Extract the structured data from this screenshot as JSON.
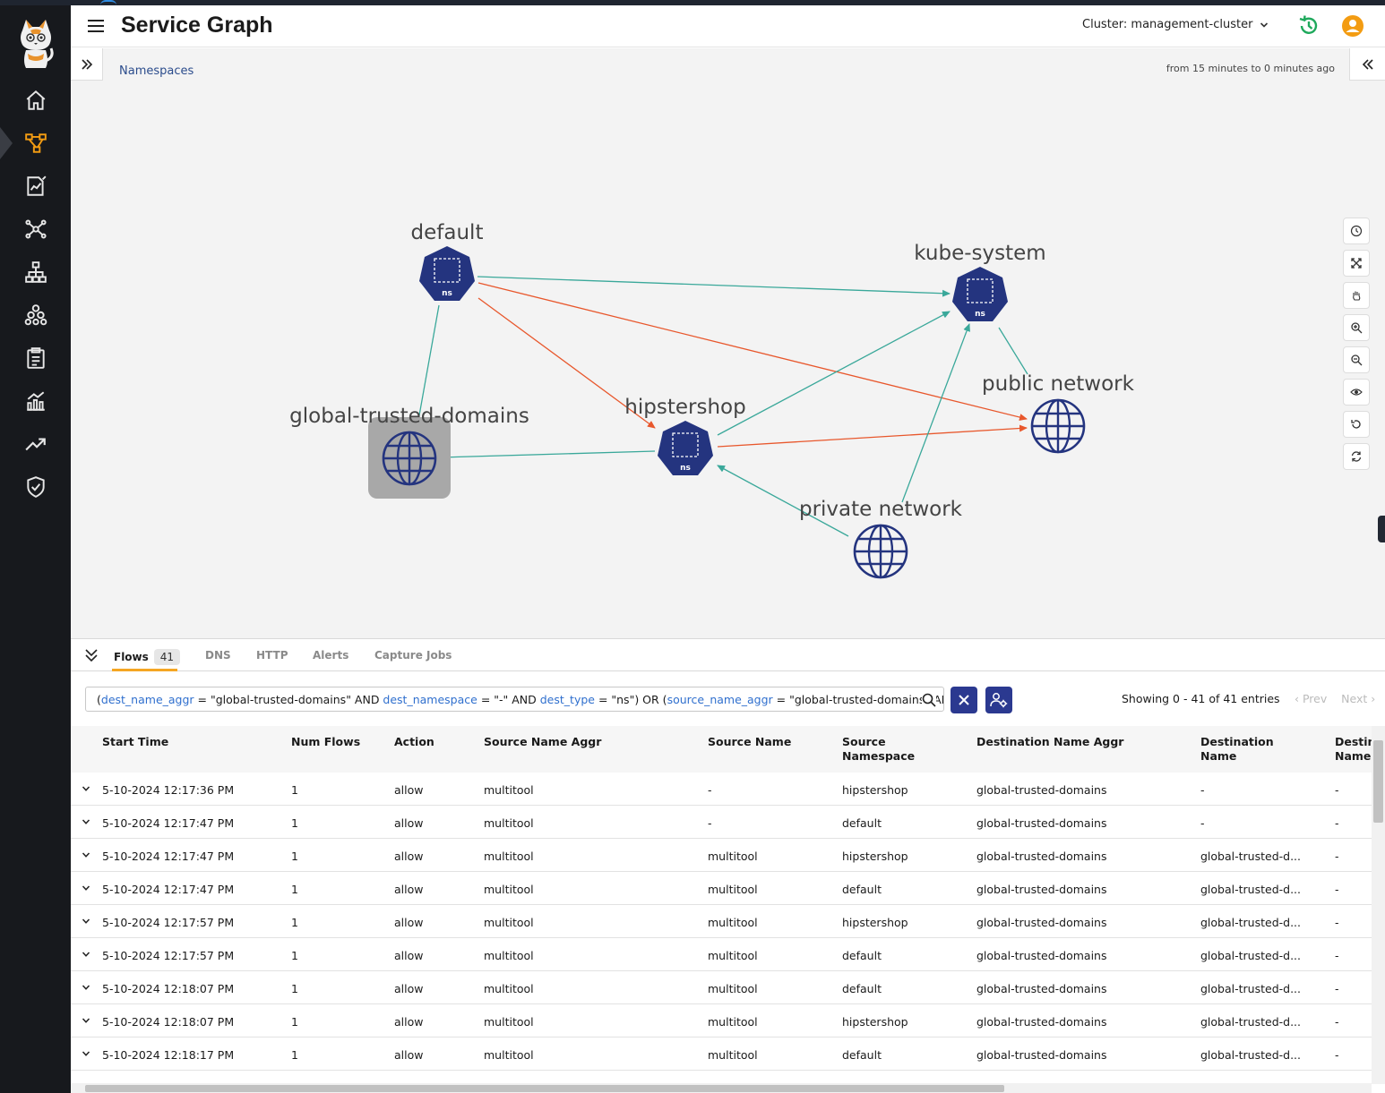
{
  "header": {
    "title": "Service Graph",
    "cluster_label": "Cluster: management-cluster"
  },
  "canvas": {
    "breadcrumb": "Namespaces",
    "time_range": "from 15 minutes to 0 minutes ago"
  },
  "graph": {
    "nodes": {
      "default": {
        "label": "default",
        "badge": "ns"
      },
      "kube_system": {
        "label": "kube-system",
        "badge": "ns"
      },
      "hipstershop": {
        "label": "hipstershop",
        "badge": "ns"
      },
      "global_trusted": {
        "label": "global-trusted-domains"
      },
      "public_network": {
        "label": "public network"
      },
      "private_network": {
        "label": "private network"
      }
    },
    "colors": {
      "allowed_edge": "#3aa89a",
      "denied_edge": "#e8572c",
      "node_fill": "#24347f"
    }
  },
  "tabs": [
    {
      "label": "Flows",
      "count": "41"
    },
    {
      "label": "DNS"
    },
    {
      "label": "HTTP"
    },
    {
      "label": "Alerts"
    },
    {
      "label": "Capture Jobs"
    }
  ],
  "filter": {
    "p1": "(",
    "k1": "dest_name_aggr",
    "p2": " = \"global-trusted-domains\" AND ",
    "k2": "dest_namespace",
    "p3": " = \"-\" AND ",
    "k3": "dest_type",
    "p4": " = \"ns\") OR (",
    "k4": "source_name_aggr",
    "p5": " = \"global-trusted-domains\" AND"
  },
  "pagination": {
    "showing": "Showing 0 - 41 of 41 entries",
    "prev": "Prev",
    "next": "Next"
  },
  "table": {
    "columns": {
      "start_time": "Start Time",
      "num_flows": "Num Flows",
      "action": "Action",
      "source_name_aggr": "Source Name Aggr",
      "source_name": "Source Name",
      "source_namespace_1": "Source",
      "source_namespace_2": "Namespace",
      "dest_name_aggr": "Destination Name Aggr",
      "dest_name_1": "Destination",
      "dest_name_2": "Name",
      "dest_ns_1": "Destin",
      "dest_ns_2": "Names"
    },
    "rows": [
      {
        "start": "5-10-2024 12:17:36 PM",
        "num": "1",
        "action": "allow",
        "src_aggr": "multitool",
        "src_name": "-",
        "src_ns": "hipstershop",
        "dst_aggr": "global-trusted-domains",
        "dst_name": "-",
        "dst_ns": "-"
      },
      {
        "start": "5-10-2024 12:17:47 PM",
        "num": "1",
        "action": "allow",
        "src_aggr": "multitool",
        "src_name": "-",
        "src_ns": "default",
        "dst_aggr": "global-trusted-domains",
        "dst_name": "-",
        "dst_ns": "-"
      },
      {
        "start": "5-10-2024 12:17:47 PM",
        "num": "1",
        "action": "allow",
        "src_aggr": "multitool",
        "src_name": "multitool",
        "src_ns": "hipstershop",
        "dst_aggr": "global-trusted-domains",
        "dst_name": "global-trusted-d...",
        "dst_ns": "-"
      },
      {
        "start": "5-10-2024 12:17:47 PM",
        "num": "1",
        "action": "allow",
        "src_aggr": "multitool",
        "src_name": "multitool",
        "src_ns": "default",
        "dst_aggr": "global-trusted-domains",
        "dst_name": "global-trusted-d...",
        "dst_ns": "-"
      },
      {
        "start": "5-10-2024 12:17:57 PM",
        "num": "1",
        "action": "allow",
        "src_aggr": "multitool",
        "src_name": "multitool",
        "src_ns": "hipstershop",
        "dst_aggr": "global-trusted-domains",
        "dst_name": "global-trusted-d...",
        "dst_ns": "-"
      },
      {
        "start": "5-10-2024 12:17:57 PM",
        "num": "1",
        "action": "allow",
        "src_aggr": "multitool",
        "src_name": "multitool",
        "src_ns": "default",
        "dst_aggr": "global-trusted-domains",
        "dst_name": "global-trusted-d...",
        "dst_ns": "-"
      },
      {
        "start": "5-10-2024 12:18:07 PM",
        "num": "1",
        "action": "allow",
        "src_aggr": "multitool",
        "src_name": "multitool",
        "src_ns": "default",
        "dst_aggr": "global-trusted-domains",
        "dst_name": "global-trusted-d...",
        "dst_ns": "-"
      },
      {
        "start": "5-10-2024 12:18:07 PM",
        "num": "1",
        "action": "allow",
        "src_aggr": "multitool",
        "src_name": "multitool",
        "src_ns": "hipstershop",
        "dst_aggr": "global-trusted-domains",
        "dst_name": "global-trusted-d...",
        "dst_ns": "-"
      },
      {
        "start": "5-10-2024 12:18:17 PM",
        "num": "1",
        "action": "allow",
        "src_aggr": "multitool",
        "src_name": "multitool",
        "src_ns": "default",
        "dst_aggr": "global-trusted-domains",
        "dst_name": "global-trusted-d...",
        "dst_ns": "-"
      }
    ]
  },
  "sidebar": {
    "items": [
      "home-icon",
      "service-graph-icon",
      "policies-icon",
      "network-icon",
      "endpoints-icon",
      "managed-clusters-icon",
      "logs-icon",
      "dashboards-icon",
      "activity-icon",
      "compliance-icon"
    ]
  }
}
